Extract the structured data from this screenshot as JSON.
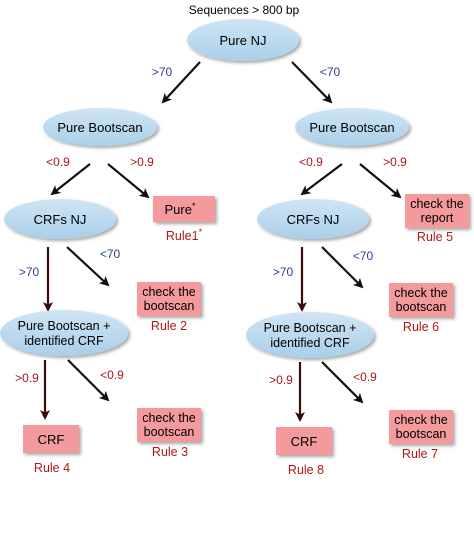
{
  "title": "Sequences > 800 bp",
  "colors": {
    "ellipse_fill": "#b9d8ee",
    "box_fill": "#f49a9d",
    "rule_text": "#b01818",
    "threshold_blue": "#2a3f93",
    "threshold_red": "#a3161a",
    "arrow_black": "#111111",
    "arrow_dark": "#3b0b0b"
  },
  "nodes": {
    "pure_nj": "Pure NJ",
    "bootscan_left": "Pure Bootscan",
    "bootscan_right": "Pure Bootscan",
    "crfs_nj_left": "CRFs NJ",
    "crfs_nj_right": "CRFs NJ",
    "pure_boot_crf_left_1": "Pure Bootscan +",
    "pure_boot_crf_left_2": "identified CRF",
    "pure_boot_crf_right_1": "Pure Bootscan +",
    "pure_boot_crf_right_2": "identified CRF"
  },
  "boxes": {
    "pure_star": "Pure",
    "pure_star_mark": "*",
    "check_report_1": "check the",
    "check_report_2": "report",
    "check_boot_r2_1": "check the",
    "check_boot_r2_2": "bootscan",
    "check_boot_r6_1": "check the",
    "check_boot_r6_2": "bootscan",
    "crf_r4": "CRF",
    "check_boot_r3_1": "check the",
    "check_boot_r3_2": "bootscan",
    "crf_r8": "CRF",
    "check_boot_r7_1": "check the",
    "check_boot_r7_2": "bootscan"
  },
  "rules": {
    "rule1": "Rule1",
    "rule1_mark": "*",
    "rule2": "Rule 2",
    "rule3": "Rule 3",
    "rule4": "Rule 4",
    "rule5": "Rule 5",
    "rule6": "Rule 6",
    "rule7": "Rule 7",
    "rule8": "Rule 8"
  },
  "thresholds": {
    "top_left": ">70",
    "top_right": "<70",
    "bl_left": "<0.9",
    "bl_right": ">0.9",
    "br_left": "<0.9",
    "br_right": ">0.9",
    "cl_left": ">70",
    "cl_right": "<70",
    "cr_left": ">70",
    "cr_right": "<70",
    "dl_left": ">0.9",
    "dl_right": "<0.9",
    "dr_left": ">0.9",
    "dr_right": "<0.9"
  }
}
